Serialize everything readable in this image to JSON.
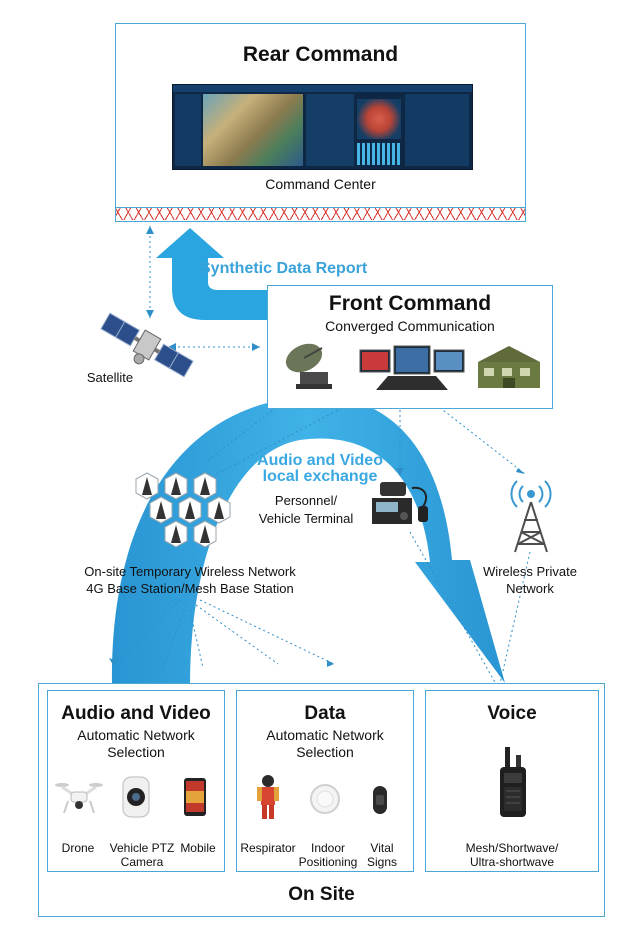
{
  "rear": {
    "title": "Rear Command",
    "caption": "Command Center"
  },
  "report_label": "Synthetic Data Report",
  "front": {
    "title": "Front Command",
    "subtitle": "Converged Communication"
  },
  "satellite_label": "Satellite",
  "av_exchange": {
    "line1": "Audio and Video",
    "line2": "local exchange"
  },
  "personnel_terminal": {
    "line1": "Personnel/",
    "line2": "Vehicle Terminal"
  },
  "onsite_network": {
    "line1": "On-site Temporary Wireless Network",
    "line2": "4G Base Station/Mesh Base Station"
  },
  "wireless_private": {
    "line1": "Wireless Private",
    "line2": "Network"
  },
  "on_site": {
    "label": "On Site",
    "av": {
      "title": "Audio and Video",
      "sub1": "Automatic Network",
      "sub2": "Selection",
      "devices": [
        {
          "label": "Drone"
        },
        {
          "label1": "Vehicle PTZ",
          "label2": "Camera"
        },
        {
          "label": "Mobile"
        }
      ]
    },
    "data": {
      "title": "Data",
      "sub1": "Automatic Network",
      "sub2": "Selection",
      "devices": [
        {
          "label": "Respirator"
        },
        {
          "label1": "Indoor",
          "label2": "Positioning"
        },
        {
          "label1": "Vital",
          "label2": "Signs"
        }
      ]
    },
    "voice": {
      "title": "Voice",
      "label1": "Mesh/Shortwave/",
      "label2": "Ultra-shortwave"
    }
  },
  "colors": {
    "accent": "#2f9fd8",
    "border": "#4aa7d8",
    "arrow": "#29a4e0",
    "stripe": "#d9342b"
  }
}
